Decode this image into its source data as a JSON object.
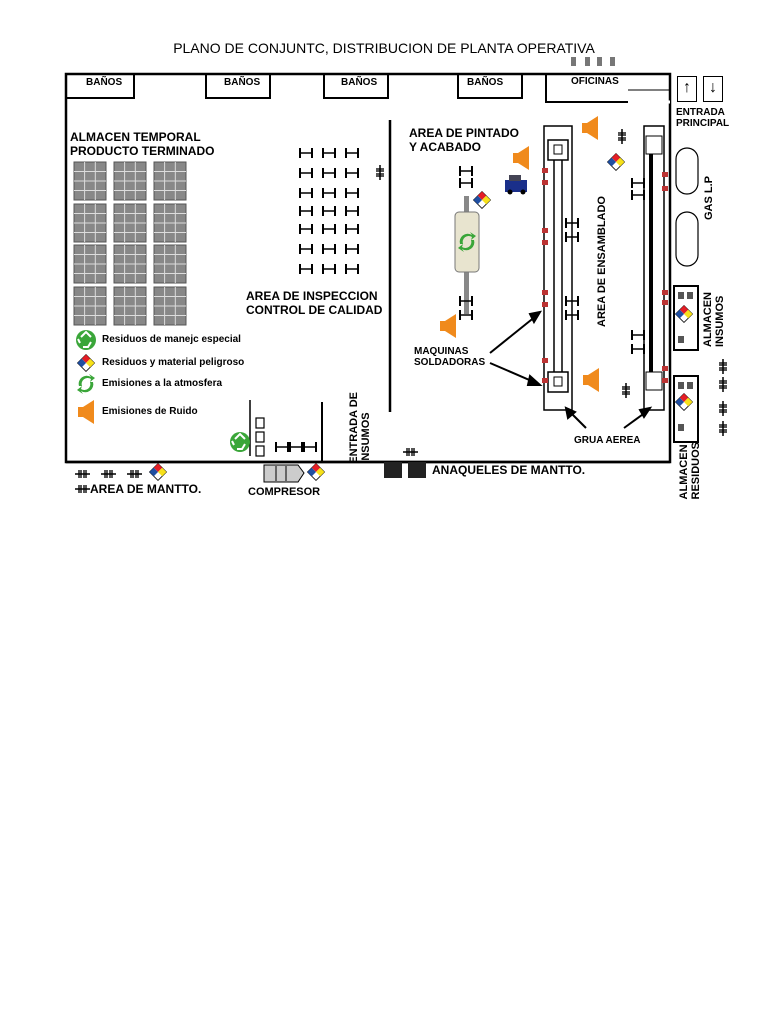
{
  "title": "PLANO DE CONJUNTC, DISTRIBUCION DE PLANTA OPERATIVA",
  "rooms": {
    "banos": [
      "BAÑOS",
      "BAÑOS",
      "BAÑOS",
      "BAÑOS"
    ],
    "oficinas": "OFICINAS"
  },
  "entrada_principal": [
    "ENTRADA",
    "PRINCIPAL"
  ],
  "areas": {
    "almacen_temporal": [
      "ALMACEN TEMPORAL",
      "PRODUCTO TERMINADO"
    ],
    "inspeccion": [
      "AREA DE INSPECCION",
      "CONTROL DE CALIDAD"
    ],
    "pintado": [
      "AREA DE PINTADO",
      "Y ACABADO"
    ],
    "ensamblado": "AREA DE ENSAMBLADO",
    "gas": "GAS L.P",
    "almacen_insumos": [
      "ALMACEN",
      "INSUMOS"
    ],
    "almacen_residuos": [
      "ALMACEN",
      "RESIDUOS"
    ],
    "entrada_insumos": [
      "ENTRADA DE",
      "INSUMOS"
    ],
    "mantto": "AREA DE MANTTO.",
    "compresor": "COMPRESOR",
    "anaqueles": "ANAQUELES DE MANTTO."
  },
  "callouts": {
    "maquinas": [
      "MAQUINAS",
      "SOLDADORAS"
    ],
    "grua": "GRUA AEREA"
  },
  "legend": [
    {
      "icon": "recycle-icon",
      "label": "Residuos de manejc especial"
    },
    {
      "icon": "hazard-diamond-icon",
      "label": "Residuos y material peligroso"
    },
    {
      "icon": "emission-icon",
      "label": "Emisiones a la atmosfera"
    },
    {
      "icon": "noise-icon",
      "label": "Emisiones de Ruido"
    }
  ],
  "colors": {
    "recycle": "#3aa639",
    "noise": "#f08a1c",
    "hazard_red": "#e41e26",
    "hazard_blue": "#1f4fa3",
    "hazard_yellow": "#f7e11a",
    "forklift": "#1a2f8a"
  }
}
